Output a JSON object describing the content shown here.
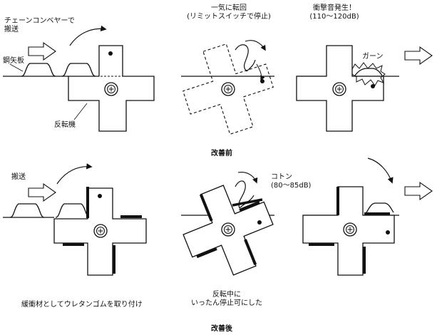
{
  "labels": {
    "chain_conveyor": "チェーンコンベヤーで\n搬送",
    "steel_sheet": "鋼矢板",
    "reverser": "反転機",
    "rotate_once": "一気に転回\n(リミットスイッチで停止)",
    "impact_sound": "衝撃音発生！\n(110～120dB)",
    "gaan": "ガーン",
    "before_caption": "改善前",
    "transport": "搬送",
    "koton": "コトン\n(80～85dB)",
    "urethane_note": "緩衝材としてウレタンゴムを取り付け",
    "pause_note": "反転中に\nいったん停止可にした",
    "after_caption": "改善後"
  },
  "colors": {
    "line": "#111111",
    "pad": "#111111",
    "background": "#ffffff"
  },
  "icons": [
    "arrow-right-icon",
    "curved-arrow-icon",
    "bolt-icon",
    "limit-switch-dot-icon",
    "impact-burst-icon"
  ]
}
